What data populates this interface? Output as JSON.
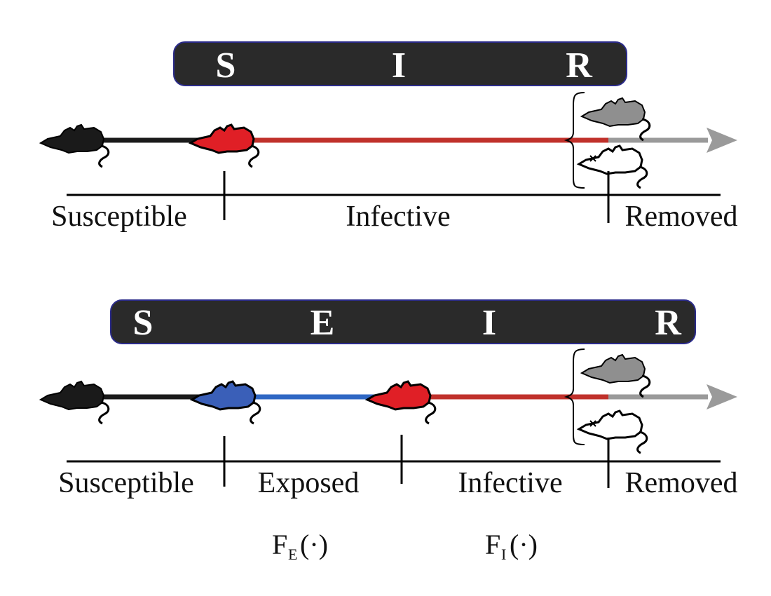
{
  "sir": {
    "compartments": [
      "S",
      "I",
      "R"
    ],
    "stages": [
      "Susceptible",
      "Infective",
      "Removed"
    ]
  },
  "seir": {
    "compartments": [
      "S",
      "E",
      "I",
      "R"
    ],
    "stages": [
      "Susceptible",
      "Exposed",
      "Infective",
      "Removed"
    ],
    "functions": [
      {
        "base": "F",
        "sub": "E",
        "arg": "(·)"
      },
      {
        "base": "F",
        "sub": "I",
        "arg": "(·)"
      }
    ]
  },
  "colors": {
    "banner": "#2a2a2a",
    "banner_border": "#2b2b8a",
    "susceptible": "#1a1a1a",
    "exposed": "#3a5fb8",
    "infective": "#e01f26",
    "infective_line": "#c0312b",
    "exposed_line": "#2f67c4",
    "removed": "#8f8f8f",
    "removed_arrow": "#9a9a9a"
  },
  "icons": {
    "susceptible": "black-mouse-icon",
    "exposed": "blue-mouse-icon",
    "infective": "red-mouse-icon",
    "recovered": "gray-mouse-icon",
    "dead": "dead-mouse-icon"
  }
}
